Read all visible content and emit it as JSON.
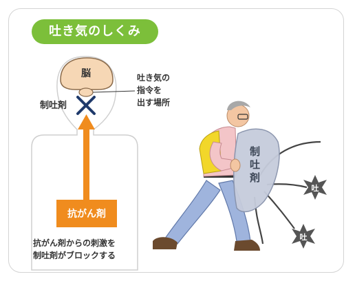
{
  "title": "吐き気のしくみ",
  "brain_label": "脳",
  "blocker_label": "制吐剤",
  "center_callout_lines": [
    "吐き気の",
    "指令を",
    "出す場所"
  ],
  "drug_label": "抗がん剤",
  "caption_lines": [
    "抗がん剤からの刺激を",
    "制吐剤がブロックする"
  ],
  "shield_text": "制吐剤",
  "vomit_label": "吐",
  "colors": {
    "title_bg": "#7cbf3a",
    "arrow": "#f08c1e",
    "brain": "#f6d7b5",
    "shield": "#c6ccdc",
    "cross": "#1f3a6b",
    "burst": "#555555"
  }
}
